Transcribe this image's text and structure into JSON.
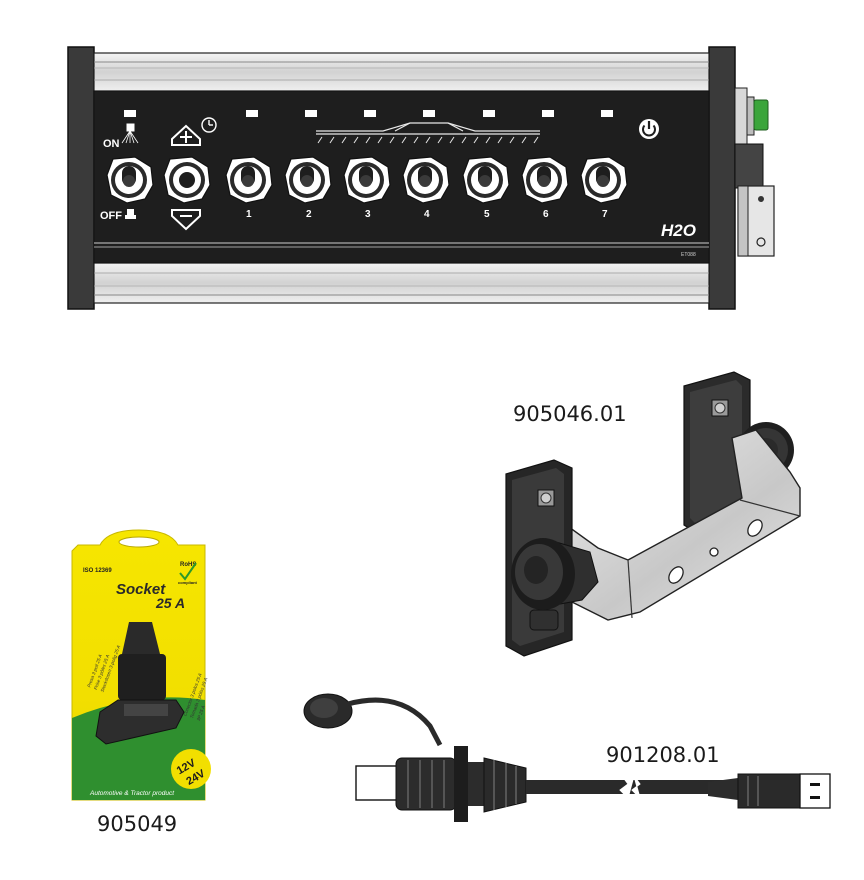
{
  "control_box": {
    "on_label": "ON",
    "off_label": "OFF",
    "switch_numbers": [
      "1",
      "2",
      "3",
      "4",
      "5",
      "6",
      "7"
    ],
    "brand": "H2O",
    "model_code": "ET088"
  },
  "bracket": {
    "part_number": "905046.01"
  },
  "package": {
    "part_number": "905049",
    "iso": "ISO 12369",
    "rohs": "RoHS",
    "rohs_sub": "compliant",
    "title_line1": "Socket",
    "title_line2": "25 A",
    "lang_lines": [
      "Presa 3 poli 25 A",
      "Prise 3 pôles 25 A",
      "Steckdosen 3-polig 25 A"
    ],
    "lang_lines_right": [
      "Conector 3 polos 25 A",
      "Tomada 3 pólos 25 A",
      "3P 25 A"
    ],
    "voltage_top": "12V",
    "voltage_bottom": "24V",
    "footer": "Automotive & Tractor product"
  },
  "cable": {
    "part_number": "901208.01"
  },
  "colors": {
    "panel_black": "#1e1e1e",
    "aluminium": "#d6d6d6",
    "power_green": "#3aa53a",
    "package_yellow": "#f4e500",
    "package_green": "#2f8f2f"
  }
}
